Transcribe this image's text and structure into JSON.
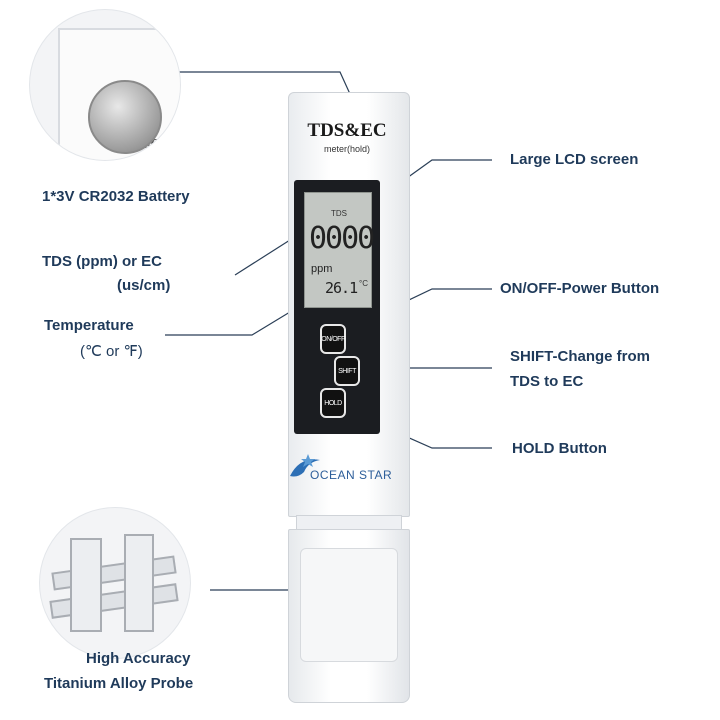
{
  "device": {
    "brand": "TDS&EC",
    "subtitle": "meter(hold)",
    "battery_label": "TDS&EC",
    "lcd": {
      "mode": "TDS",
      "reading": "0000",
      "unit": "ppm",
      "temperature": "26.1",
      "temp_unit": "°C"
    },
    "buttons": {
      "power": "ON/OFF",
      "shift": "SHIFT",
      "hold": "HOLD"
    },
    "logo": "OCEAN STAR"
  },
  "callouts": {
    "battery": "1*3V CR2032 Battery",
    "tds_line1": "TDS (ppm) or EC",
    "tds_line2": "(us/cm)",
    "temperature_line1": "Temperature",
    "temperature_line2": "(℃ or ℉)",
    "lcd": "Large LCD screen",
    "power": "ON/OFF-Power Button",
    "shift_line1": "SHIFT-Change from",
    "shift_line2": "TDS to EC",
    "hold": "HOLD Button",
    "probe_line1": "High Accuracy",
    "probe_line2": "Titanium Alloy Probe"
  },
  "colors": {
    "callout_text": "#1f3a5a",
    "leader_line": "#2b3f57",
    "lcd_background": "#c3c7c3",
    "panel": "#1b1d21",
    "logo": "#2d5e9a"
  }
}
